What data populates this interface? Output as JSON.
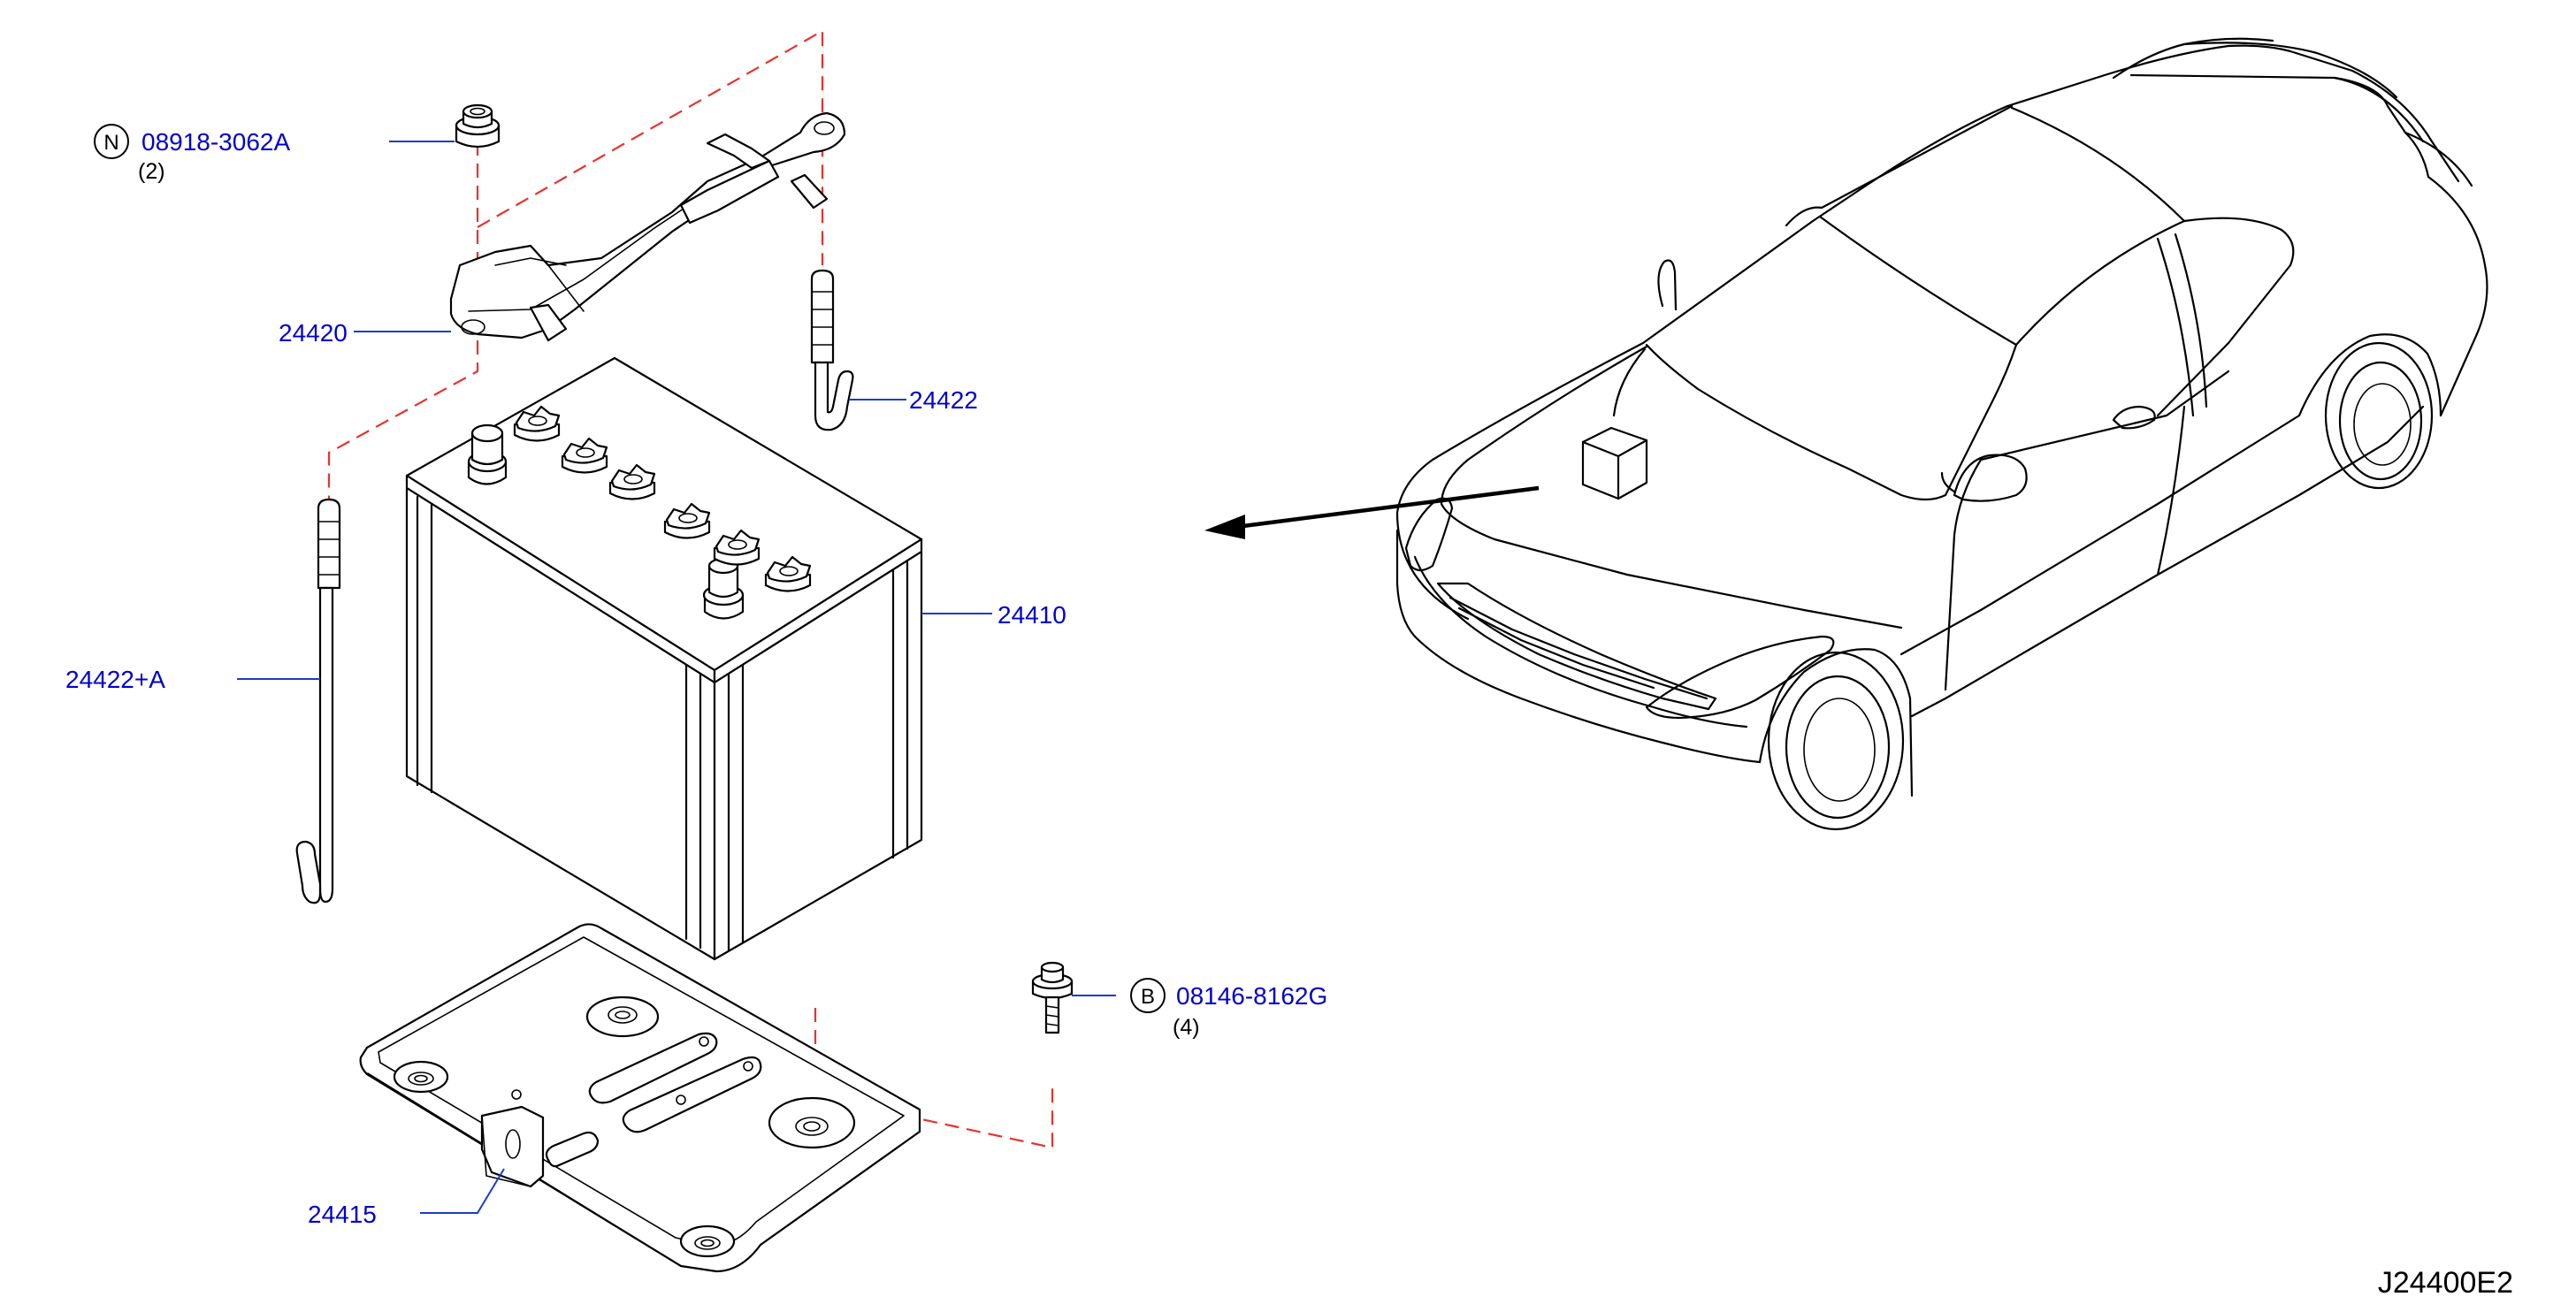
{
  "diagram_code": "J24400E2",
  "fasteners": {
    "nut": {
      "symbol": "N",
      "part_no": "08918-3062A",
      "qty": "(2)"
    },
    "bolt": {
      "symbol": "B",
      "part_no": "08146-8162G",
      "qty": "(4)"
    }
  },
  "parts": {
    "frame": "24420",
    "rod_short": "24422",
    "rod_long": "24422+A",
    "battery": "24410",
    "tray": "24415"
  },
  "colors": {
    "label": "#0000cc",
    "leader": "#1a3cc8",
    "dashed": "#e8322d",
    "line": "#000000"
  }
}
